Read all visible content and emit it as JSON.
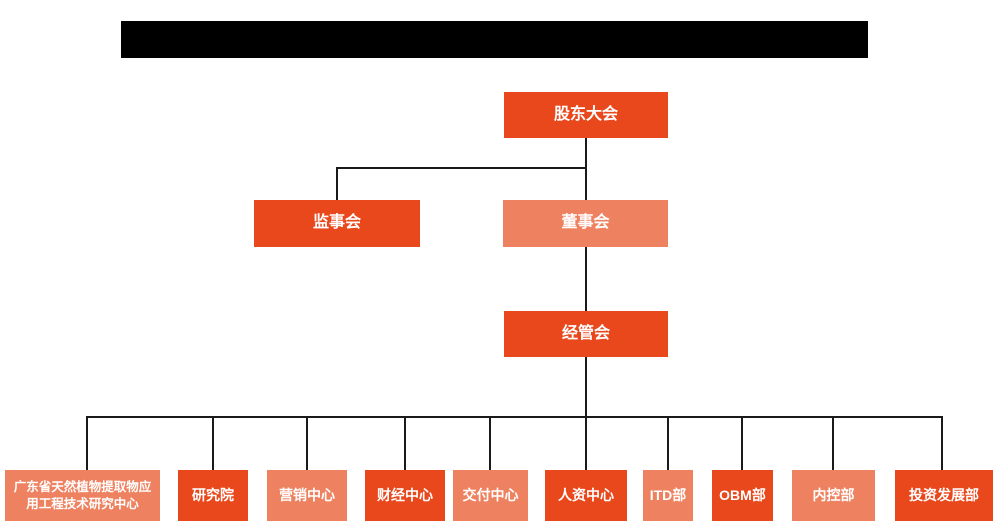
{
  "colors": {
    "accent_dark": "#E8481C",
    "accent_light": "#EE8260",
    "line": "#1A1A1A",
    "redaction": "#000000",
    "background": "#FFFFFF",
    "box_text": "#FFFFFF"
  },
  "org_chart": {
    "root": {
      "label": "股东大会"
    },
    "level2": [
      {
        "label": "监事会",
        "tone": "dark"
      },
      {
        "label": "董事会",
        "tone": "light"
      }
    ],
    "level3": {
      "label": "经管会",
      "tone": "dark"
    },
    "departments": [
      {
        "label": "广东省天然植物提取物应用工程技术研究中心",
        "tone": "light"
      },
      {
        "label": "研究院",
        "tone": "dark"
      },
      {
        "label": "营销中心",
        "tone": "light"
      },
      {
        "label": "财经中心",
        "tone": "dark"
      },
      {
        "label": "交付中心",
        "tone": "light"
      },
      {
        "label": "人资中心",
        "tone": "dark"
      },
      {
        "label": "ITD部",
        "tone": "light"
      },
      {
        "label": "OBM部",
        "tone": "dark"
      },
      {
        "label": "内控部",
        "tone": "light"
      },
      {
        "label": "投资发展部",
        "tone": "dark"
      }
    ]
  }
}
